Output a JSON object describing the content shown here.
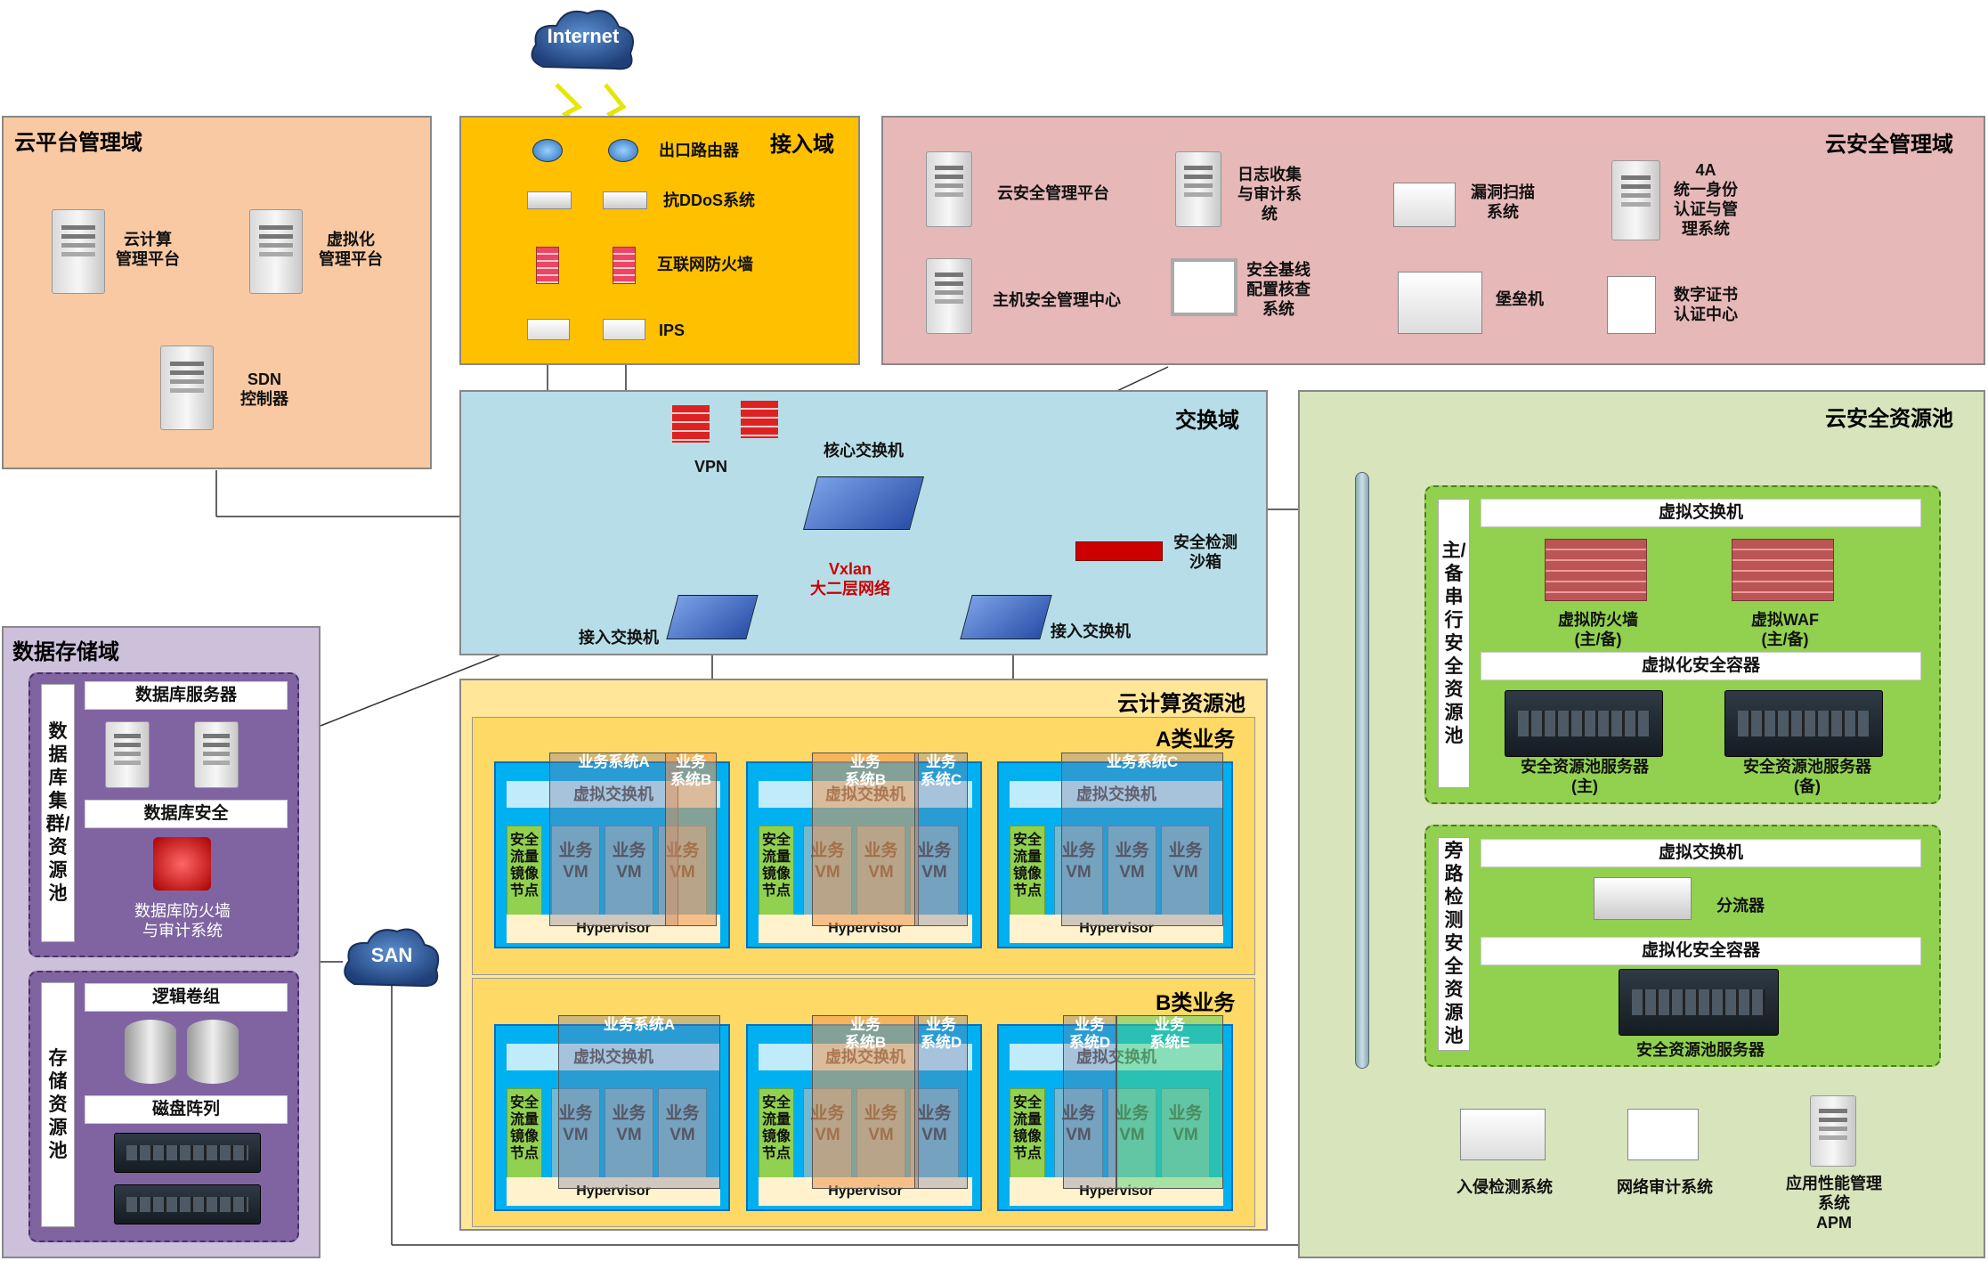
{
  "internet": "Internet",
  "domains": {
    "cloud_mgmt": {
      "title": "云平台管理域",
      "items": [
        {
          "label": "云计算\n管理平台"
        },
        {
          "label": "虚拟化\n管理平台"
        },
        {
          "label": "SDN\n控制器"
        }
      ]
    },
    "access": {
      "title": "接入域",
      "items": [
        "出口路由器",
        "抗DDoS系统",
        "互联网防火墙",
        "IPS"
      ]
    },
    "security_mgmt": {
      "title": "云安全管理域",
      "items": [
        "云安全管理平台",
        "日志收集\n与审计系\n统",
        "漏洞扫描\n系统",
        "4A\n统一身份\n认证与管\n理系统",
        "主机安全管理中心",
        "安全基线\n配置核查\n系统",
        "堡垒机",
        "数字证书\n认证中心"
      ]
    },
    "exchange": {
      "title": "交换域",
      "vpn": "VPN",
      "core_switch": "核心交换机",
      "sandbox": "安全检测\n沙箱",
      "vxlan": "Vxlan\n大二层网络",
      "access_switch": "接入交换机"
    },
    "security_pool": {
      "title": "云安全资源池",
      "primary_label": "主/备串行安全资源池",
      "bypass_label": "旁路检测安全资源池",
      "virtual_switch": "虚拟交换机",
      "vfw": "虚拟防火墙\n(主/备)",
      "vwaf": "虚拟WAF\n(主/备)",
      "container": "虚拟化安全容器",
      "server_main": "安全资源池服务器\n(主)",
      "server_backup": "安全资源池服务器\n(备)",
      "splitter": "分流器",
      "server": "安全资源池服务器",
      "ids": "入侵检测系统",
      "audit": "网络审计系统",
      "apm": "应用性能管理\n系统\nAPM"
    },
    "storage": {
      "title": "数据存储域",
      "db_cluster": "数据库集群/资源池",
      "db_server": "数据库服务器",
      "db_security": "数据库安全",
      "db_firewall": "数据库防火墙\n与审计系统",
      "storage_pool": "存储资源池",
      "logical_vol": "逻辑卷组",
      "disk_array": "磁盘阵列"
    },
    "compute": {
      "title": "云计算资源池",
      "classA": "A类业务",
      "classB": "B类业务",
      "vswitch": "虚拟交换机",
      "hypervisor": "Hypervisor",
      "sec_node": "安全\n流量\n镜像\n节点",
      "vm": "业务\nVM",
      "sysA": "业务系统A",
      "sysB": "业务\n系统B",
      "sysC": "业务\n系统C",
      "sysB2": "业务\n系统B",
      "sysC2": "业务系统C",
      "sysA2": "业务系统A",
      "sysD": "业务\n系统D",
      "sysE": "业务\n系统E"
    },
    "san": "SAN"
  }
}
